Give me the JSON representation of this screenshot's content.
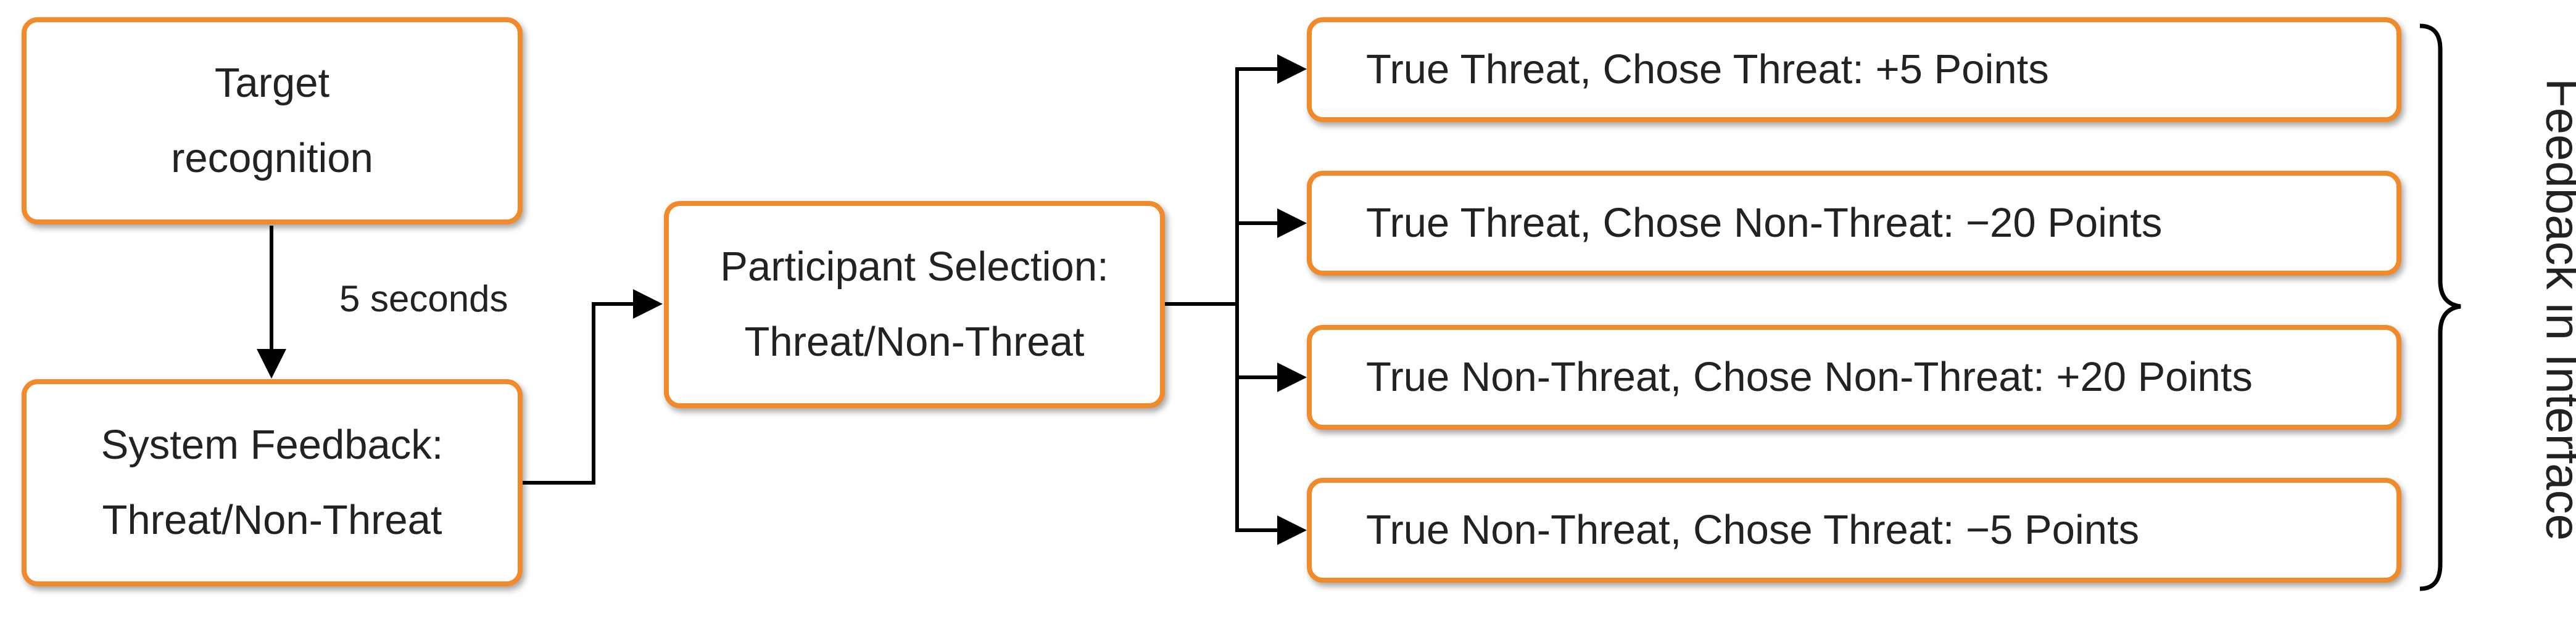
{
  "nodes": {
    "target_recognition": {
      "line1": "Target",
      "line2": "recognition"
    },
    "system_feedback": {
      "line1": "System Feedback:",
      "line2": "Threat/Non-Threat"
    },
    "participant_selection": {
      "line1": "Participant Selection:",
      "line2": "Threat/Non-Threat"
    }
  },
  "edge_labels": {
    "delay": "5 seconds"
  },
  "outcomes": [
    "True Threat, Chose Threat: +5 Points",
    "True Threat, Chose Non-Threat: −20 Points",
    "True Non-Threat, Chose Non-Threat: +20 Points",
    "True Non-Threat, Chose Threat: −5 Points"
  ],
  "group_label": "Feedback in Interface",
  "colors": {
    "box_border": "#f08a2a",
    "connector": "#000000"
  }
}
